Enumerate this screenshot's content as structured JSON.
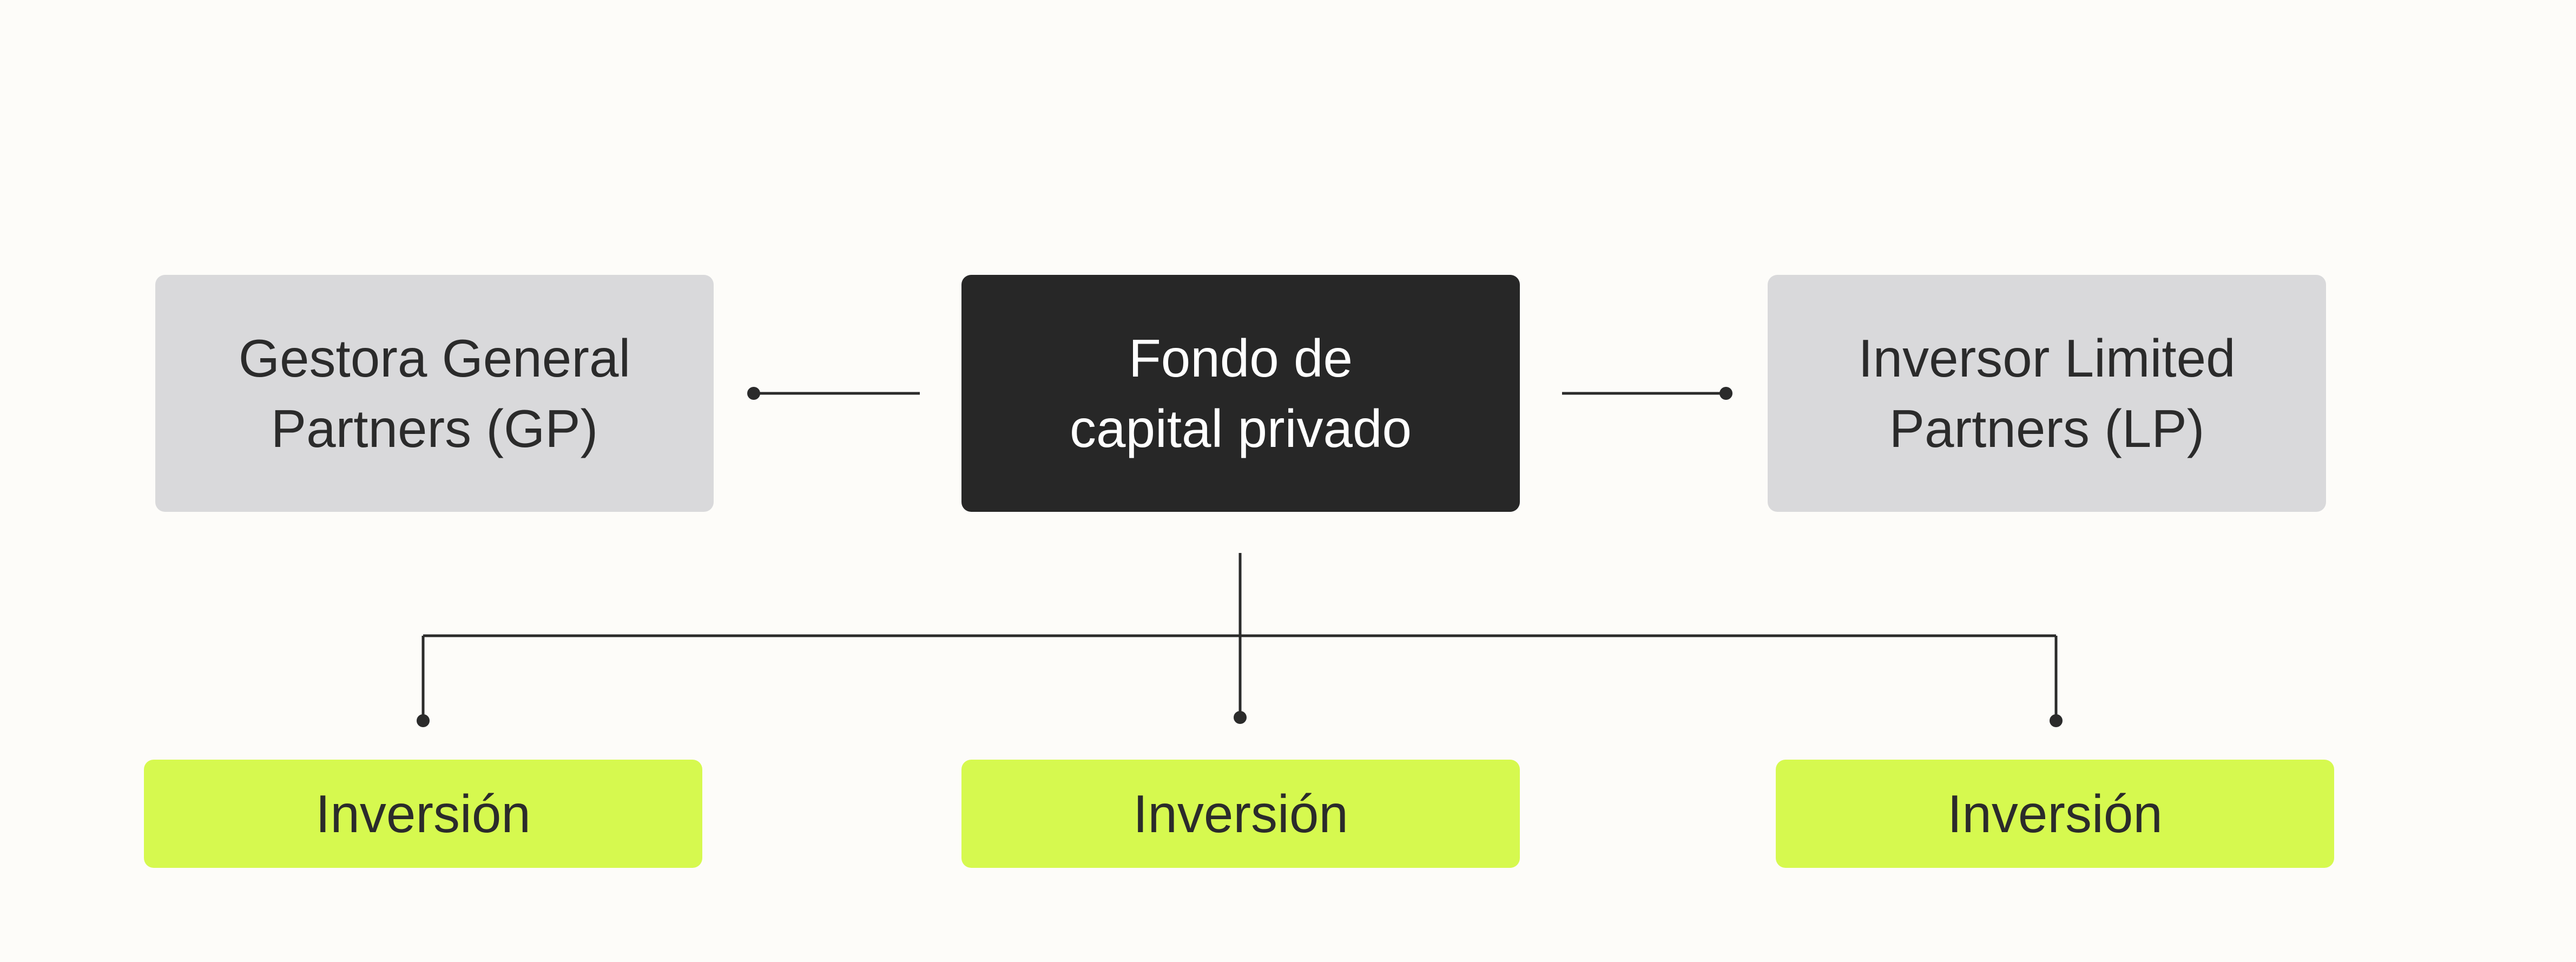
{
  "colors": {
    "background": "#fdfcf9",
    "gray_box": "#d9d9db",
    "dark_box": "#272727",
    "lime_box": "#d6f94f",
    "line": "#2b2b2b",
    "text_dark": "#2b2b2b",
    "text_light": "#ffffff"
  },
  "diagram": {
    "gp": {
      "label": "Gestora General\nPartners (GP)"
    },
    "fund": {
      "label": "Fondo de\ncapital privado"
    },
    "lp": {
      "label": "Inversor Limited\nPartners (LP)"
    },
    "investments": [
      {
        "label": "Inversión"
      },
      {
        "label": "Inversión"
      },
      {
        "label": "Inversión"
      }
    ]
  }
}
